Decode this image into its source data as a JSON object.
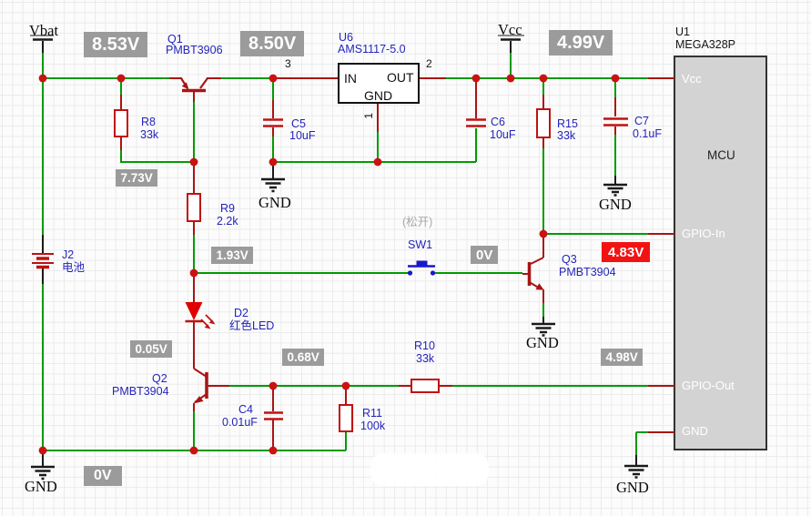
{
  "power": {
    "vbat": "Vbat",
    "vcc": "Vcc",
    "gnd": "GND"
  },
  "components": {
    "q1": {
      "ref": "Q1",
      "part": "PMBT3906"
    },
    "q2": {
      "ref": "Q2",
      "part": "PMBT3904"
    },
    "q3": {
      "ref": "Q3",
      "part": "PMBT3904"
    },
    "u6": {
      "ref": "U6",
      "part": "AMS1117-5.0",
      "pin_in": "IN",
      "pin_out": "OUT",
      "pin_gnd": "GND",
      "num_in": "3",
      "num_out": "2",
      "num_gnd": "1"
    },
    "u1": {
      "ref": "U1",
      "part": "MEGA328P",
      "name": "MCU",
      "pin_vcc": "Vcc",
      "pin_gpio_in": "GPIO-In",
      "pin_gpio_out": "GPIO-Out",
      "pin_gnd": "GND"
    },
    "r8": {
      "ref": "R8",
      "value": "33k"
    },
    "r9": {
      "ref": "R9",
      "value": "2.2k"
    },
    "r10": {
      "ref": "R10",
      "value": "33k"
    },
    "r11": {
      "ref": "R11",
      "value": "100k"
    },
    "r15": {
      "ref": "R15",
      "value": "33k"
    },
    "c4": {
      "ref": "C4",
      "value": "0.01uF"
    },
    "c5": {
      "ref": "C5",
      "value": "10uF"
    },
    "c6": {
      "ref": "C6",
      "value": "10uF"
    },
    "c7": {
      "ref": "C7",
      "value": "0.1uF"
    },
    "d2": {
      "ref": "D2",
      "value": "红色LED"
    },
    "j2": {
      "ref": "J2",
      "value": "电池"
    },
    "sw1": {
      "ref": "SW1",
      "state": "(松开)"
    }
  },
  "voltages": {
    "v853": "8.53V",
    "v850": "8.50V",
    "v499": "4.99V",
    "v773": "7.73V",
    "v193": "1.93V",
    "v0sw": "0V",
    "v483": "4.83V",
    "v005": "0.05V",
    "v068": "0.68V",
    "v498": "4.98V",
    "v0": "0V"
  }
}
